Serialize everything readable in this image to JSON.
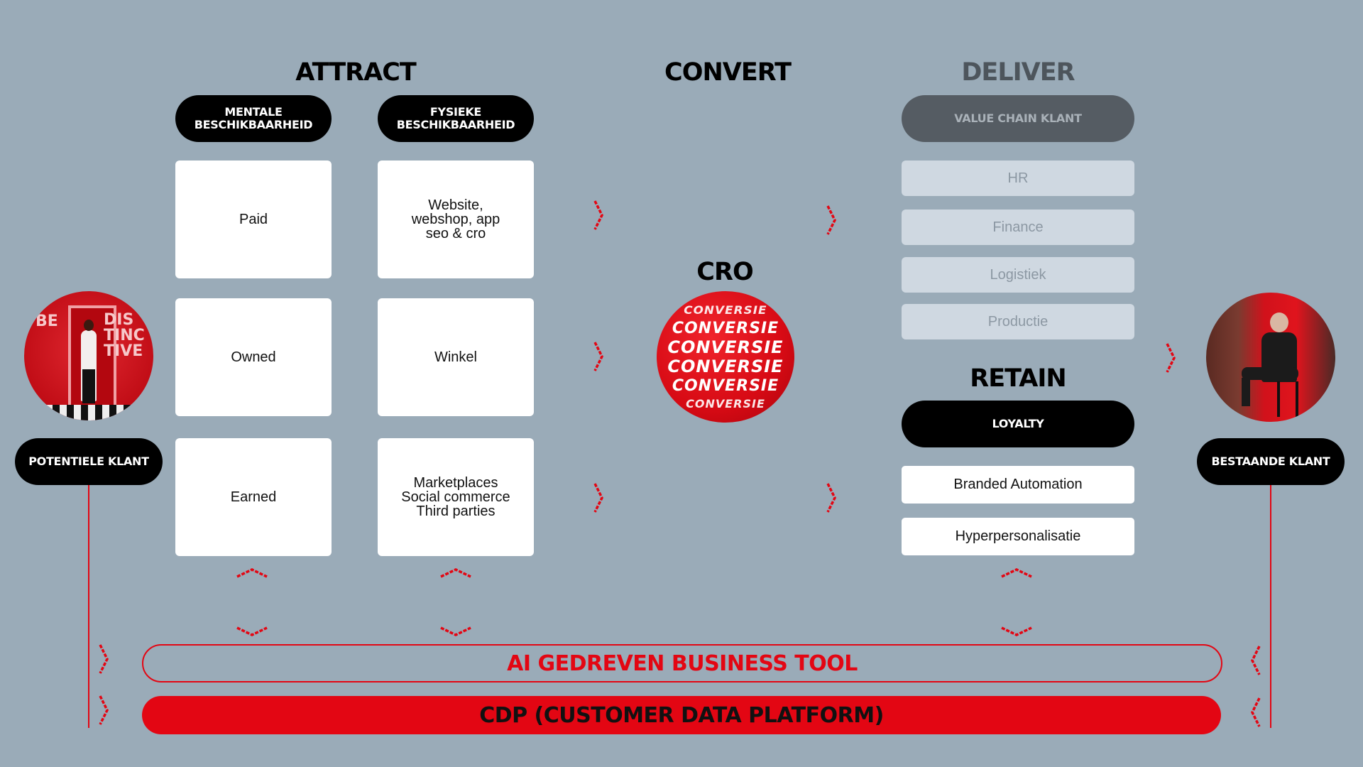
{
  "colors": {
    "background": "#9aabb8",
    "accent": "#e30613",
    "black": "#000000",
    "muted_pill": "#555c63",
    "muted_card": "#cfd8e1"
  },
  "headings": {
    "attract": "ATTRACT",
    "convert": "CONVERT",
    "deliver": "DELIVER",
    "retain": "RETAIN",
    "cro": "CRO"
  },
  "attract": {
    "mental_pill": [
      "MENTALE",
      "BESCHIKBAARHEID"
    ],
    "physical_pill": [
      "FYSIEKE",
      "BESCHIKBAARHEID"
    ],
    "mental_cards": [
      "Paid",
      "Owned",
      "Earned"
    ],
    "physical_cards": [
      "Website,\nwebshop, app\nseo & cro",
      "Winkel",
      "Marketplaces\nSocial commerce\nThird parties"
    ]
  },
  "convert": {
    "sphere_text": "CONVERSIE",
    "sphere_icon": "conversie-sphere"
  },
  "deliver": {
    "pill": "VALUE CHAIN KLANT",
    "items": [
      "HR",
      "Finance",
      "Logistiek",
      "Productie"
    ]
  },
  "retain": {
    "pill": "LOYALTY",
    "items": [
      "Branded Automation",
      "Hyperpersonalisatie"
    ]
  },
  "left_customer": {
    "label": "POTENTIELE KLANT",
    "photo_text": [
      "BE",
      "DIS",
      "TINC",
      "TIVE"
    ]
  },
  "right_customer": {
    "label": "BESTAANDE KLANT"
  },
  "bottom": {
    "ai_tool": "AI GEDREVEN BUSINESS TOOL",
    "cdp": "CDP (CUSTOMER DATA PLATFORM)"
  }
}
